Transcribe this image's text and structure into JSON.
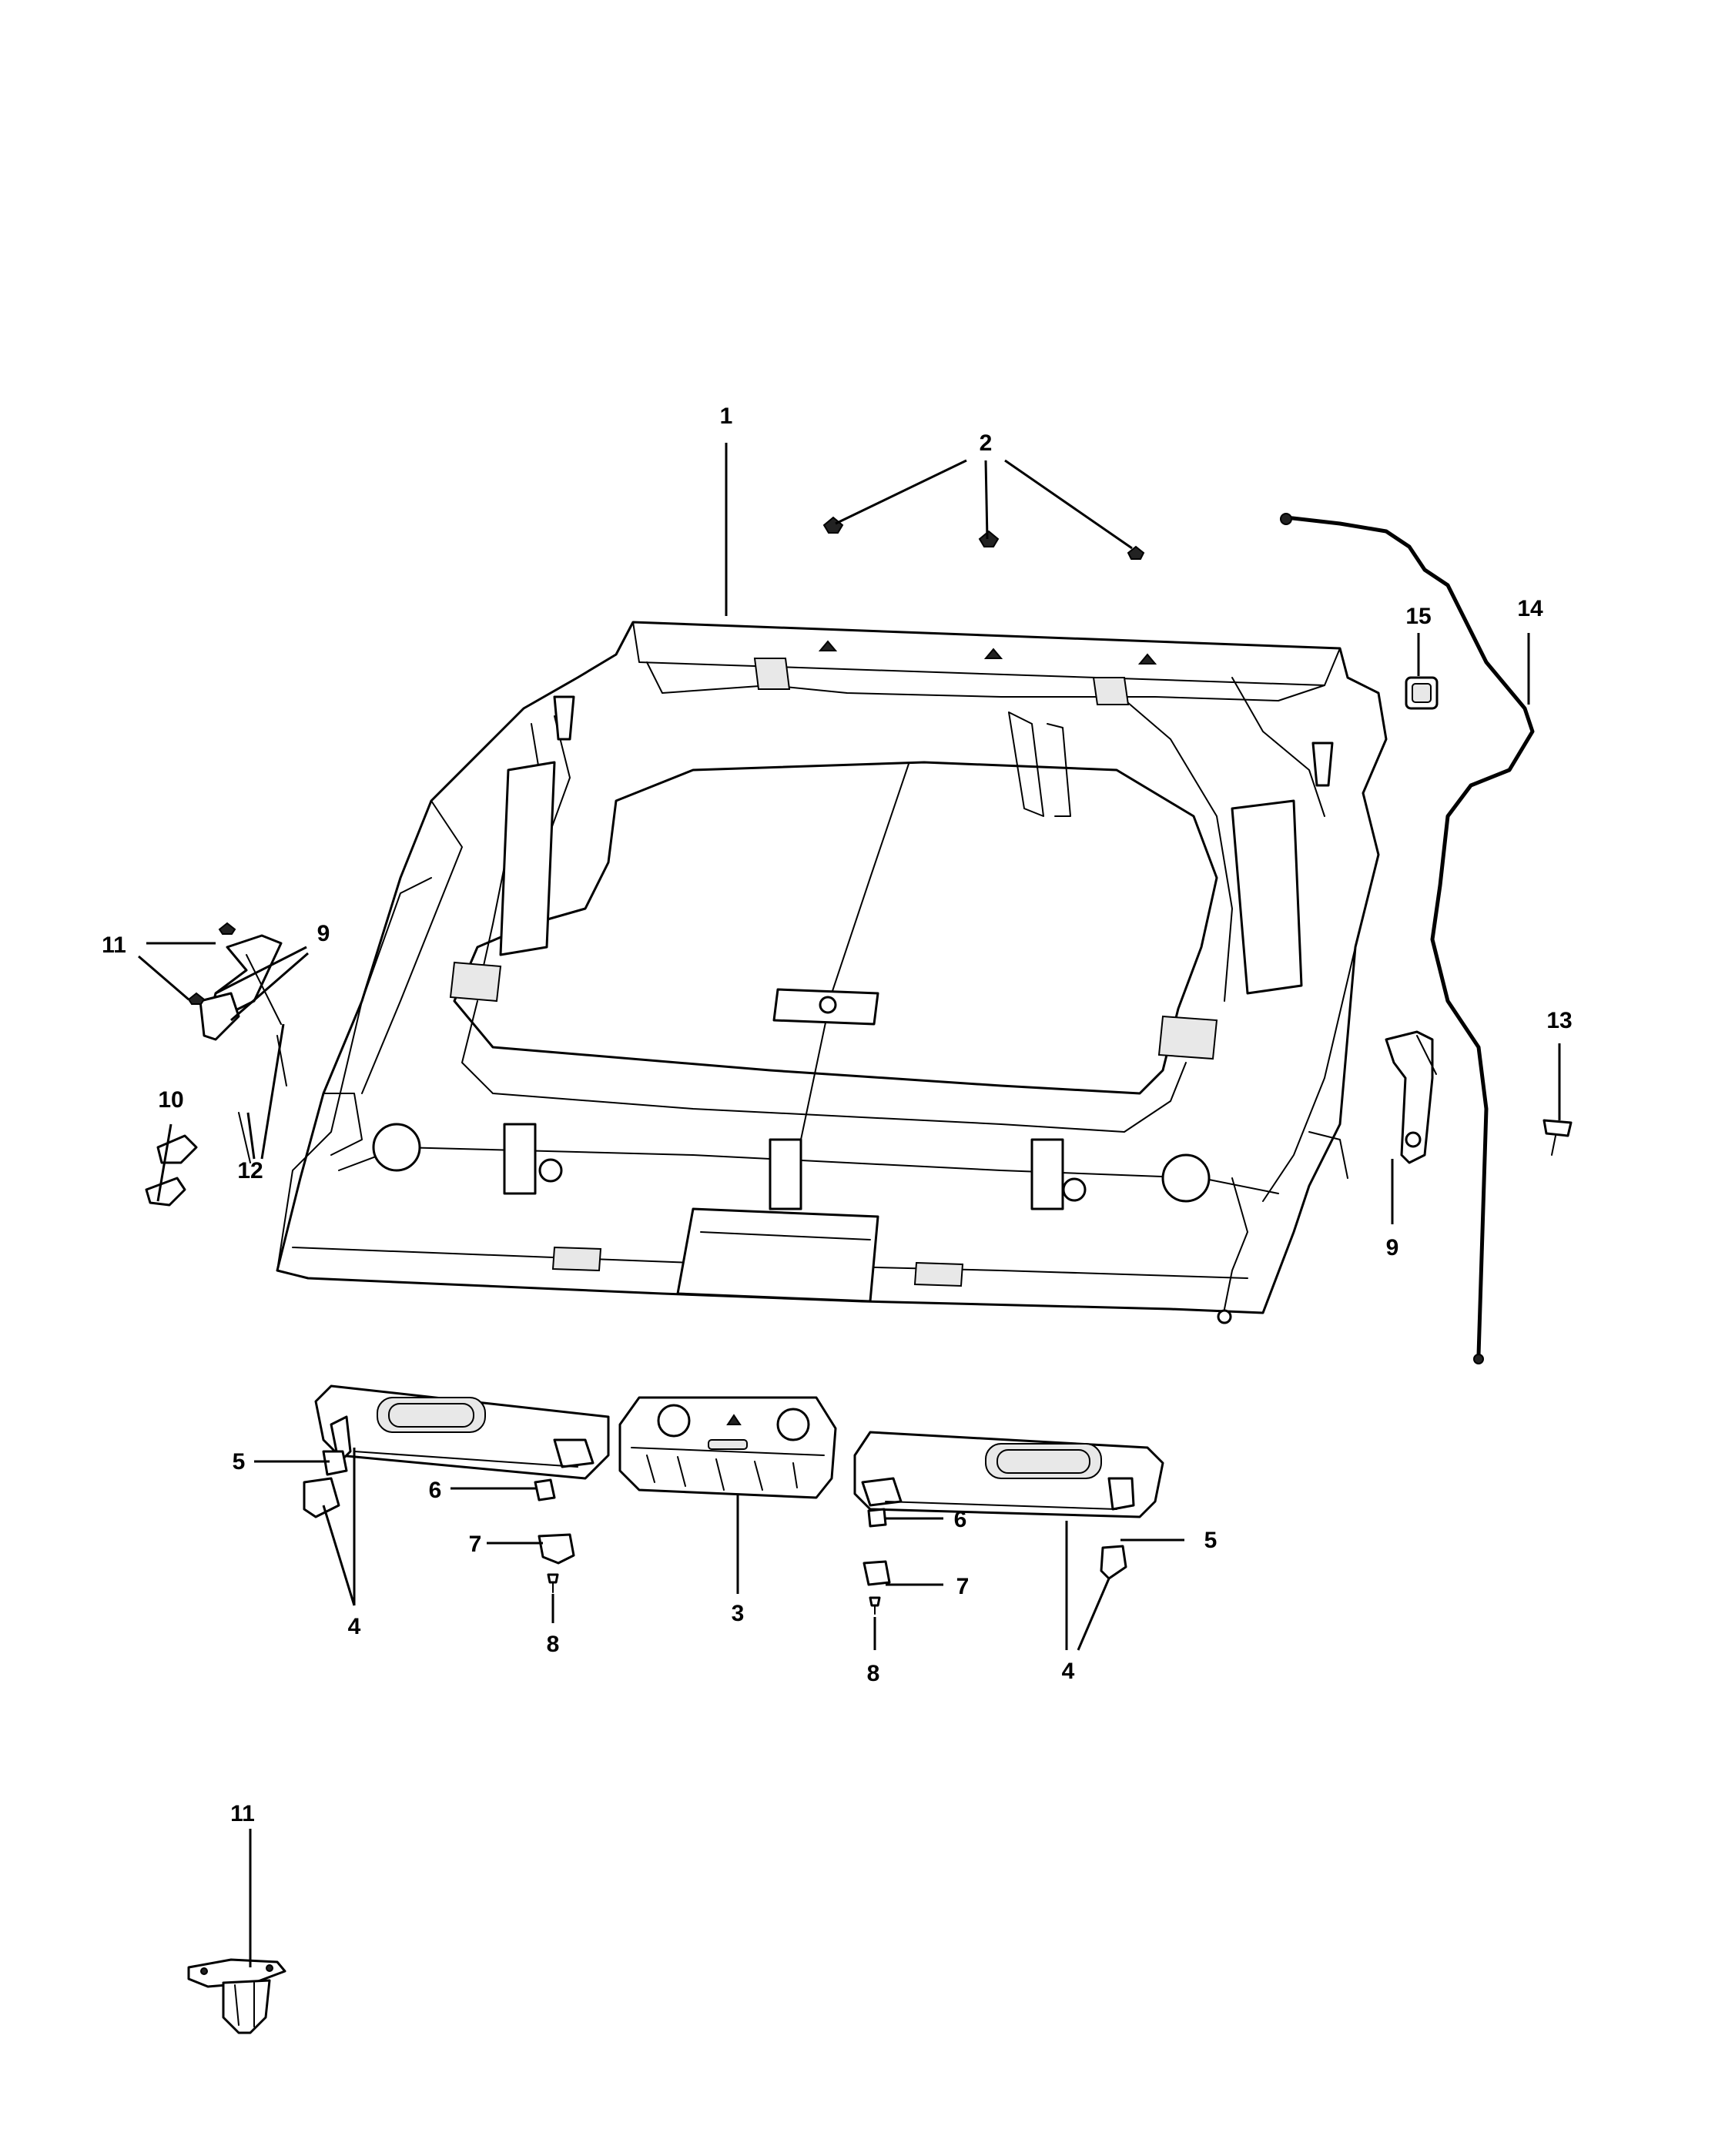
{
  "callouts": [
    "1",
    "2",
    "3",
    "4",
    "5",
    "6",
    "7",
    "8",
    "9",
    "10",
    "11",
    "12",
    "13",
    "14",
    "15"
  ],
  "colors": {
    "line": "#000000",
    "background": "#ffffff",
    "shade": "#e8e8e8"
  }
}
